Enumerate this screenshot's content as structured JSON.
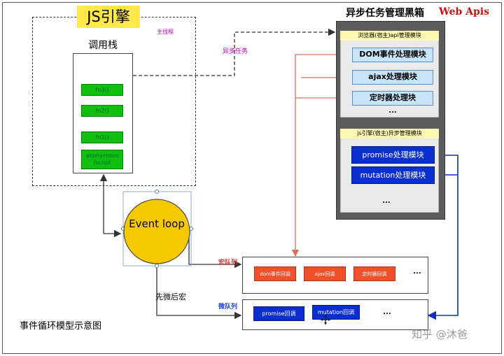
{
  "js_engine": {
    "title": "JS引擎",
    "main_thread": "主线程",
    "call_stack_title": "调用栈",
    "frames": [
      "fn3()",
      "fn2()",
      "fn1()"
    ],
    "anonymous_line1": "anonymous",
    "anonymous_line2": "/script"
  },
  "async_task_label": "异步任务",
  "black_box": {
    "title": "异步任务管理黑箱",
    "web_apis": "Web Apis",
    "browser_panel_title": "浏览器(宿主)api管理模块",
    "browser_modules": [
      "DOM事件处理模块",
      "ajax处理模块",
      "定时器处理块"
    ],
    "js_panel_title": "js引擎(宿主)异步管理模块",
    "js_modules": [
      "promise处理模块",
      "mutation处理模块"
    ],
    "ellipsis": "..."
  },
  "event_loop": "Event loop",
  "macro_queue": {
    "label": "宏队列",
    "items": [
      "dom事件回调",
      "ajax回调",
      "定时器回调"
    ],
    "ellipsis": "..."
  },
  "micro_queue": {
    "label": "微队列",
    "items": [
      "promise回调",
      "mutation回调"
    ],
    "ellipsis": "..."
  },
  "micro_first_note": "先微后宏",
  "caption": "事件循环模型示意图",
  "watermark": "知乎 @沐爸",
  "colors": {
    "js_title_bg": "#ffe94a",
    "stack_frame": "#10c010",
    "event_loop": "#f5c800",
    "macro_item": "#f0512a",
    "micro_item": "#0a2fd0",
    "black_box": "#5c5c5c",
    "web_apis": "#d01010"
  }
}
